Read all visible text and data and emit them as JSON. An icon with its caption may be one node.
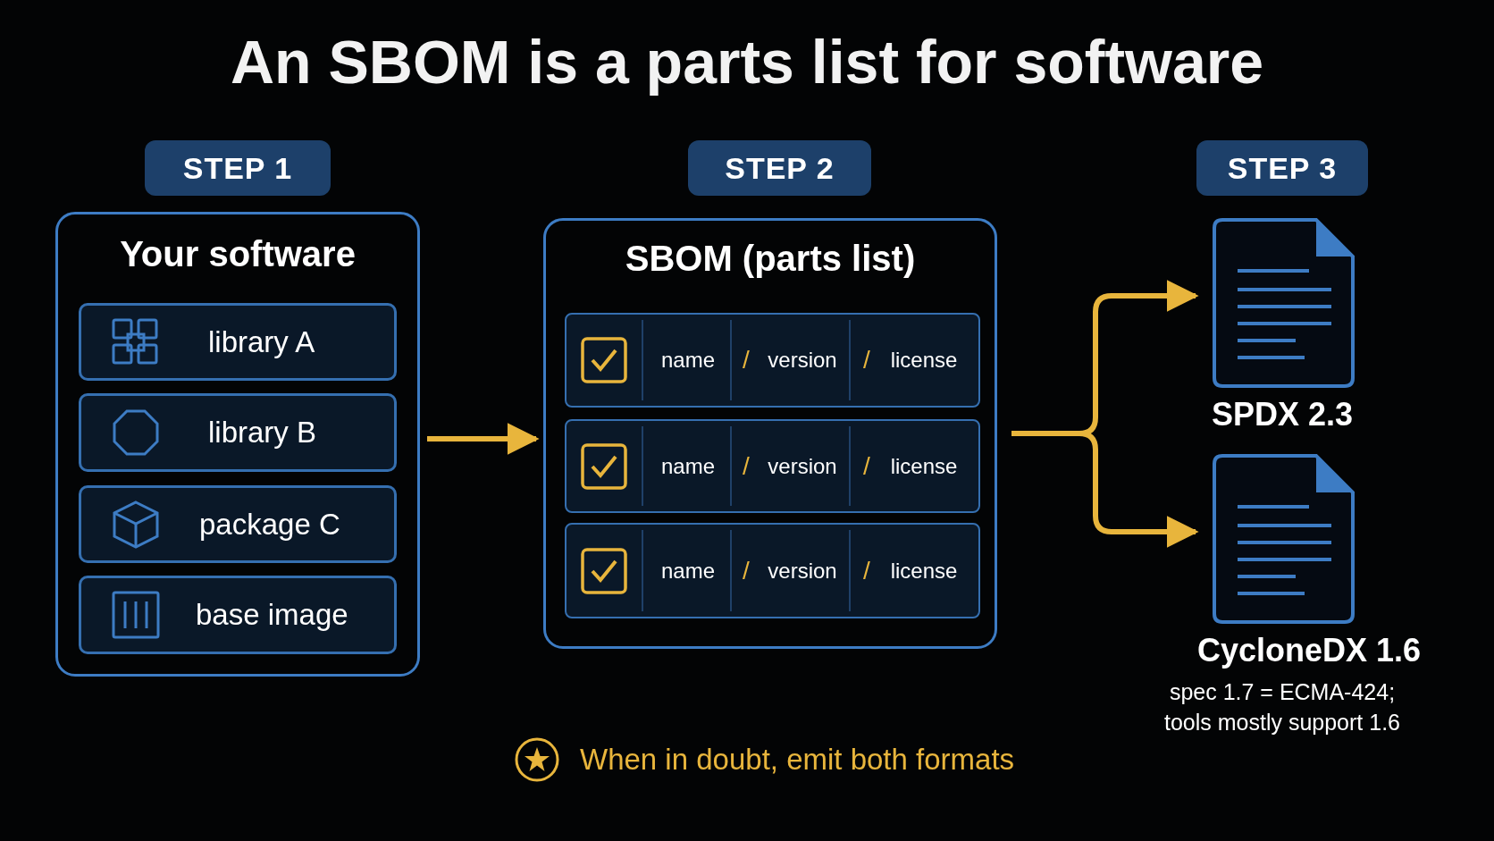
{
  "diagram": {
    "title": "An SBOM is a parts list for software",
    "nodes": [
      {
        "text": [
          "STEP 1"
        ]
      },
      {
        "text": [
          "Your software"
        ]
      },
      {
        "text": [
          "library A"
        ],
        "in": 1
      },
      {
        "text": [
          "library B"
        ],
        "in": 1
      },
      {
        "text": [
          "package C"
        ],
        "in": 1
      },
      {
        "text": [
          "base image"
        ],
        "in": 1
      },
      {
        "text": [
          "STEP 2"
        ]
      },
      {
        "text": [
          "SBOM (parts list)"
        ]
      },
      {
        "text": [
          "name",
          "/",
          "version",
          "/",
          "license"
        ],
        "in": 7
      },
      {
        "text": [
          "name",
          "/",
          "version",
          "/",
          "license"
        ],
        "in": 7
      },
      {
        "text": [
          "name",
          "/",
          "version",
          "/",
          "license"
        ],
        "in": 7
      },
      {
        "text": [
          "STEP 3"
        ]
      },
      {
        "text": [
          "SPDX 2.3"
        ]
      },
      {
        "text": [
          "CycloneDX 1.6"
        ],
        "beside": [
          "spec 1.7 = ECMA-424; tools mostly support 1.6"
        ]
      }
    ],
    "edges": [
      {
        "from": 1,
        "to": 7,
        "arrow": "to"
      },
      {
        "from": 7,
        "to": 12,
        "arrow": "to"
      },
      {
        "from": 7,
        "to": 13,
        "arrow": "to"
      }
    ],
    "labels": [
      "When in doubt, emit both formats"
    ]
  }
}
